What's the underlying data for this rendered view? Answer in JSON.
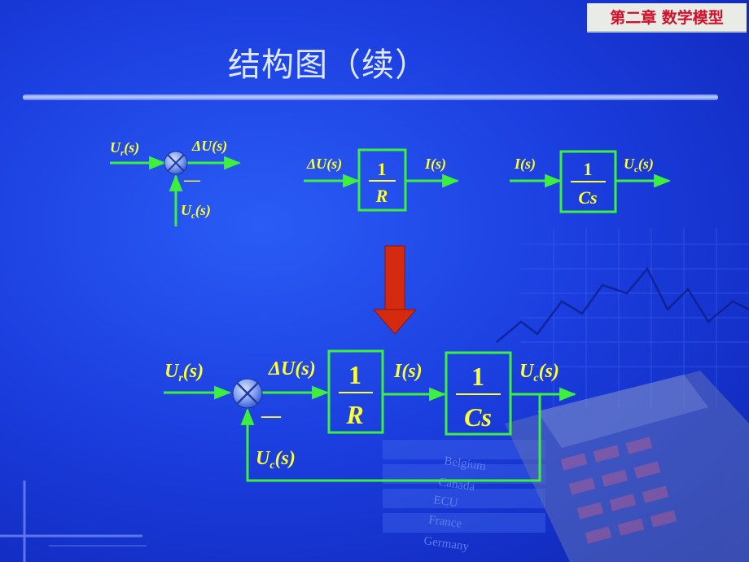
{
  "header": {
    "chapter": "第二章  数学模型"
  },
  "title": "结构图（续）",
  "colors": {
    "background": "#1c3fe0",
    "line": "#3cf03c",
    "label": "#ffff33",
    "arrow": "#d42a10",
    "badge_text": "#d0102a"
  },
  "top_row": {
    "summing": {
      "input_label": "U",
      "input_sub": "r",
      "input_arg": "(s)",
      "output_label": "ΔU(s)",
      "feedback_label": "U",
      "feedback_sub": "c",
      "feedback_arg": "(s)",
      "minus": "—"
    },
    "block_r": {
      "input": "ΔU(s)",
      "numerator": "1",
      "denominator": "R",
      "output": "I(s)"
    },
    "block_cs": {
      "input": "I(s)",
      "numerator": "1",
      "denominator": "Cs",
      "output_label": "U",
      "output_sub": "c",
      "output_arg": "(s)"
    }
  },
  "combined": {
    "input_label": "U",
    "input_sub": "r",
    "input_arg": "(s)",
    "error_label": "ΔU(s)",
    "minus": "—",
    "block_r": {
      "numerator": "1",
      "denominator": "R"
    },
    "mid_label": "I(s)",
    "block_cs": {
      "numerator": "1",
      "denominator": "Cs"
    },
    "output_label": "U",
    "output_sub": "c",
    "output_arg": "(s)",
    "feedback_label": "U",
    "feedback_sub": "c",
    "feedback_arg": "(s)"
  },
  "background_text": [
    "Belgium",
    "Canada",
    "ECU",
    "France",
    "Germany"
  ]
}
